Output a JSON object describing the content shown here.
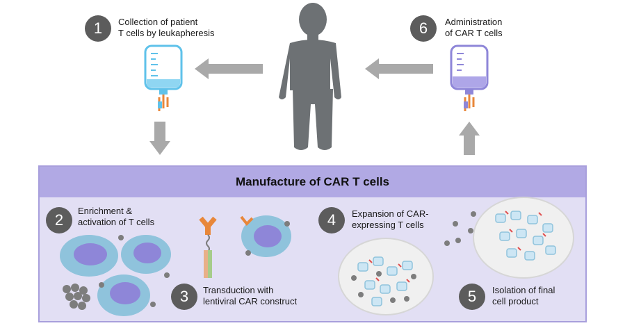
{
  "steps": [
    {
      "num": "1",
      "text": "Collection of patient\nT cells by leukapheresis"
    },
    {
      "num": "2",
      "text": "Enrichment &\nactivation of T cells"
    },
    {
      "num": "3",
      "text": "Transduction with\nlentiviral CAR construct"
    },
    {
      "num": "4",
      "text": "Expansion of CAR-\nexpressing T cells"
    },
    {
      "num": "5",
      "text": "Isolation of final\ncell product"
    },
    {
      "num": "6",
      "text": "Administration\nof CAR T cells"
    }
  ],
  "panel": {
    "title": "Manufacture of CAR T cells"
  },
  "colors": {
    "circle": "#5c5c5c",
    "panel_fill": "#e2dff4",
    "panel_header": "#b1a9e4",
    "arrow": "#a9a9a9",
    "bag_blue": "#5fc2ea",
    "bag_purple": "#8e86d8",
    "cell_outer": "#8fc3dc",
    "cell_nucleus": "#8e86d8",
    "person": "#6d7174"
  },
  "icons": [
    "person-silhouette-icon",
    "iv-bag-icon",
    "t-cell-icon",
    "car-construct-icon",
    "culture-dish-icon",
    "arrow-icon"
  ]
}
